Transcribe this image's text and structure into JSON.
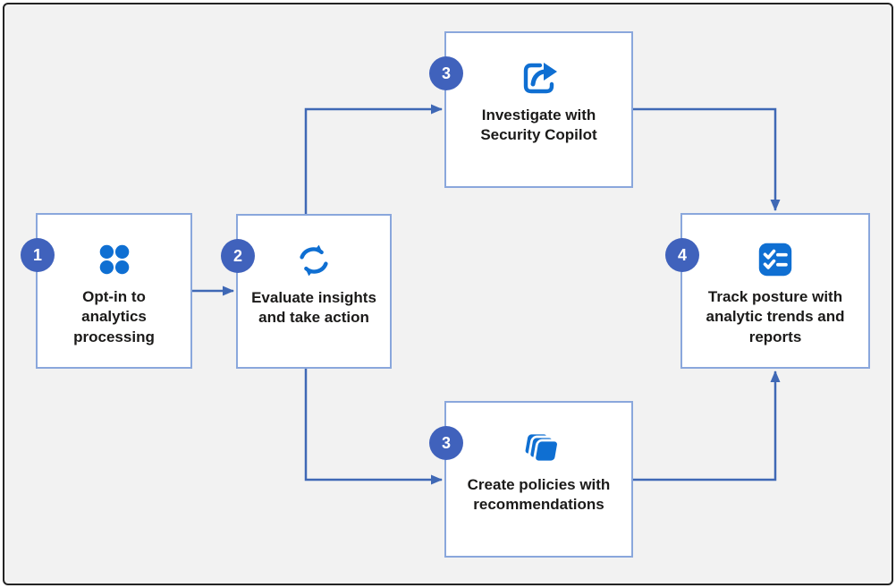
{
  "theme": {
    "background": "#f2f2f2",
    "frame_border": "#242424",
    "box_background": "#ffffff",
    "box_border": "#8aa7dc",
    "icon_blue": "#0f6fd2",
    "badge_blue": "#4062bc",
    "connector_blue": "#3f68b5",
    "text_color": "#1b1a19"
  },
  "diagram": {
    "steps": [
      {
        "number": "1",
        "label": "Opt-in to analytics processing",
        "icon": "grid-dots-icon"
      },
      {
        "number": "2",
        "label": "Evaluate insights and take action",
        "icon": "sync-arrows-icon"
      },
      {
        "number": "3",
        "label": "Investigate with Security Copilot",
        "icon": "share-arrow-icon"
      },
      {
        "number": "3",
        "label": "Create policies with recommendations",
        "icon": "stacked-cards-icon"
      },
      {
        "number": "4",
        "label": "Track posture with analytic trends and reports",
        "icon": "checklist-icon"
      }
    ],
    "connections": [
      {
        "from": 0,
        "to": 1
      },
      {
        "from": 1,
        "to": 2
      },
      {
        "from": 1,
        "to": 3
      },
      {
        "from": 2,
        "to": 4
      },
      {
        "from": 3,
        "to": 4
      }
    ]
  }
}
